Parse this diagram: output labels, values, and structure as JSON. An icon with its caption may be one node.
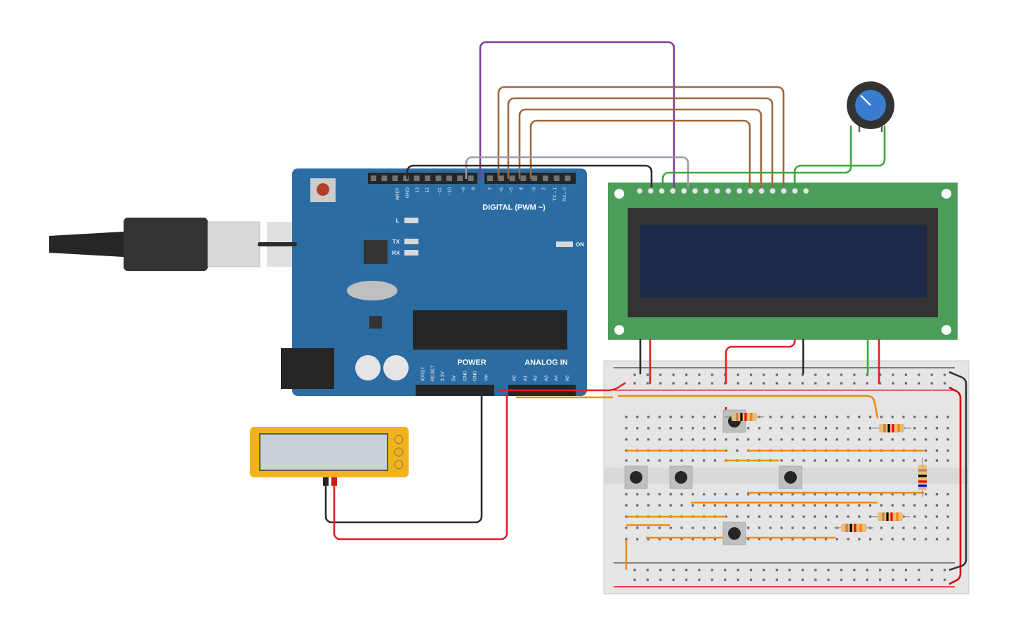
{
  "diagram": {
    "nodes": [
      {
        "text": [],
        "shape": "picture"
      },
      {
        "text": [],
        "shape": "picture"
      },
      {
        "text": [],
        "shape": "picture"
      },
      {
        "text": [],
        "shape": "picture"
      },
      {
        "text": [],
        "shape": "picture"
      },
      {
        "text": [],
        "shape": "picture"
      }
    ],
    "edges": [
      {
        "from": 1,
        "to": 2,
        "arrow": "none",
        "style": "thick",
        "color": "#2b2b2b"
      },
      {
        "from": 2,
        "to": 3,
        "arrow": "none",
        "color": "#7b3f98"
      },
      {
        "from": 2,
        "to": 3,
        "arrow": "none",
        "color": "#a0673a"
      },
      {
        "from": 2,
        "to": 3,
        "arrow": "none",
        "color": "#a0673a"
      },
      {
        "from": 2,
        "to": 3,
        "arrow": "none",
        "color": "#a0673a"
      },
      {
        "from": 2,
        "to": 3,
        "arrow": "none",
        "color": "#a0673a"
      },
      {
        "from": 2,
        "to": 3,
        "arrow": "none",
        "color": "#9a9aa8"
      },
      {
        "from": 2,
        "to": 3,
        "arrow": "none",
        "color": "#2b2b2b"
      },
      {
        "from": 0,
        "to": 3,
        "arrow": "none",
        "color": "#3aa83a"
      },
      {
        "from": 0,
        "to": 3,
        "arrow": "none",
        "color": "#3aa83a"
      },
      {
        "from": 3,
        "to": 5,
        "arrow": "none",
        "color": "#2b2b2b"
      },
      {
        "from": 3,
        "to": 5,
        "arrow": "none",
        "color": "#e02020"
      },
      {
        "from": 3,
        "to": 5,
        "arrow": "none",
        "color": "#e02020"
      },
      {
        "from": 3,
        "to": 5,
        "arrow": "none",
        "color": "#2b2b2b"
      },
      {
        "from": 3,
        "to": 5,
        "arrow": "none",
        "color": "#3aa83a"
      },
      {
        "from": 3,
        "to": 5,
        "arrow": "none",
        "color": "#e02020"
      },
      {
        "from": 2,
        "to": 5,
        "arrow": "none",
        "color": "#e02020"
      },
      {
        "from": 2,
        "to": 5,
        "arrow": "none",
        "color": "#f08c10"
      },
      {
        "from": 4,
        "to": 2,
        "arrow": "none",
        "color": "#2b2b2b"
      },
      {
        "from": 4,
        "to": 2,
        "arrow": "none",
        "color": "#e02020"
      }
    ],
    "labels": [
      "AREF",
      "GND",
      "13",
      "12",
      "~11",
      "~10",
      "~9",
      "8",
      "7",
      "~6",
      "~5",
      "4",
      "~3",
      "2",
      "TX→1",
      "RX←0",
      "DIGITAL (PWM ~)",
      "L",
      "TX",
      "RX",
      "ON",
      "POWER",
      "ANALOG IN",
      "IOREF",
      "RESET",
      "3.3V",
      "5V",
      "GND",
      "GND",
      "Vin",
      "A0",
      "A1",
      "A2",
      "A3",
      "A4",
      "A5"
    ]
  }
}
